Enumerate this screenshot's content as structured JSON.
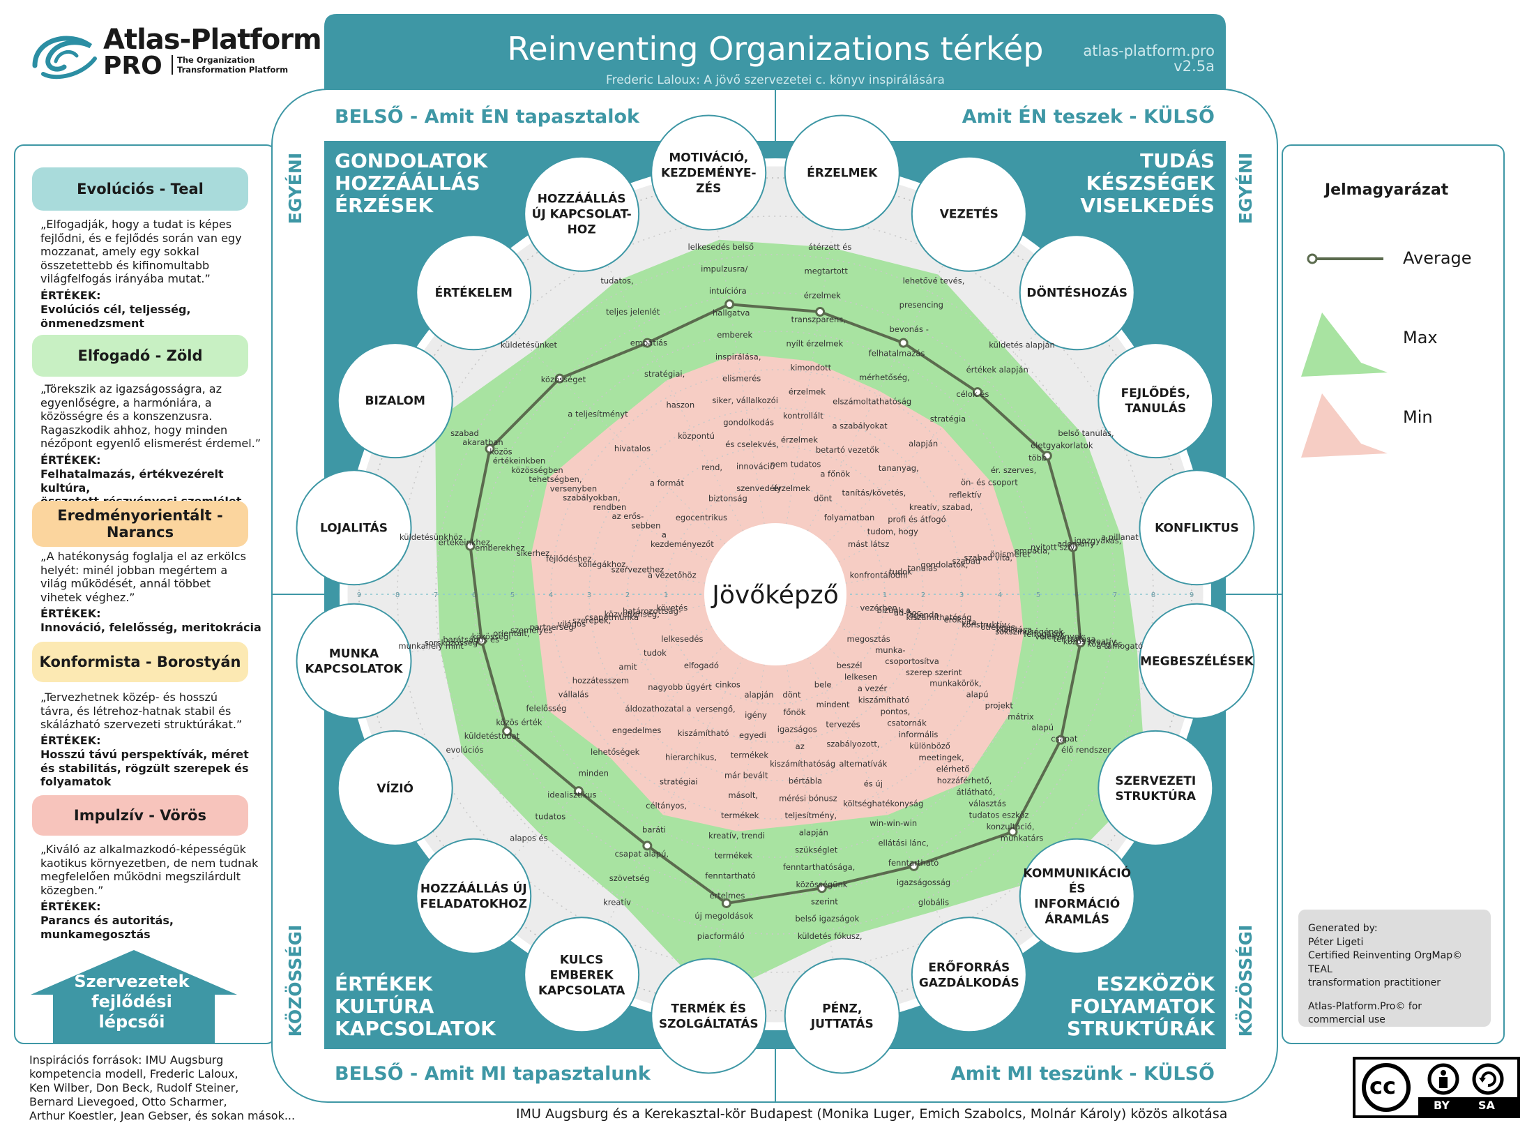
{
  "logo": {
    "name_line1": "Atlas-Platform",
    "name_line2": "PRO",
    "subtitle_line1": "The Organization",
    "subtitle_line2": "Transformation Platform"
  },
  "header": {
    "title": "Reinventing Organizations térkép",
    "subtitle": "Frederic Laloux: A jövő szervezetei c. könyv inspirálására",
    "site": "atlas-platform.pro",
    "version": "v2.5a"
  },
  "headings": {
    "top_left": "BELSŐ - Amit ÉN tapasztalok",
    "top_right": "Amit ÉN teszek - KÜLSŐ",
    "bottom_left": "BELSŐ - Amit MI tapasztalunk",
    "bottom_right": "Amit MI teszünk - KÜLSŐ",
    "side_individual": "EGYÉNI",
    "side_collective": "KÖZÖSSÉGI"
  },
  "quadrants": {
    "top_left": [
      "GONDOLATOK",
      "HOZZÁÁLLÁS",
      "ÉRZÉSEK"
    ],
    "top_right": [
      "TUDÁS",
      "KÉSZSÉGEK",
      "VISELKEDÉS"
    ],
    "bottom_left": [
      "ÉRTÉKEK",
      "KULTÚRA",
      "KAPCSOLATOK"
    ],
    "bottom_right": [
      "ESZKÖZÖK",
      "FOLYAMATOK",
      "STRUKTÚRÁK"
    ]
  },
  "center_label": "Jövőképző",
  "dimensions": [
    [
      "ÉRZELMEK"
    ],
    [
      "VEZETÉS"
    ],
    [
      "DÖNTÉSHOZÁS"
    ],
    [
      "FEJLŐDÉS,",
      "TANULÁS"
    ],
    [
      "KONFLIKTUS"
    ],
    [
      "MEGBESZÉLÉSEK"
    ],
    [
      "SZERVEZETI",
      "STRUKTÚRA"
    ],
    [
      "KOMMUNIKÁCIÓ",
      "ÉS",
      "INFORMÁCIÓ",
      "ÁRAMLÁS"
    ],
    [
      "ERŐFORRÁS",
      "GAZDÁLKODÁS"
    ],
    [
      "PÉNZ,",
      "JUTTATÁS"
    ],
    [
      "TERMÉK ÉS",
      "SZOLGÁLTATÁS"
    ],
    [
      "KULCS",
      "EMBEREK",
      "KAPCSOLATA"
    ],
    [
      "HOZZÁÁLLÁS ÚJ",
      "FELADATOKHOZ"
    ],
    [
      "VÍZIÓ"
    ],
    [
      "MUNKA",
      "KAPCSOLATOK"
    ],
    [
      "LOJALITÁS"
    ],
    [
      "BIZALOM"
    ],
    [
      "ÉRTÉKELEM"
    ],
    [
      "HOZZÁÁLLÁS",
      "ÚJ KAPCSOLAT-",
      "HOZ"
    ],
    [
      "MOTIVÁCIÓ,",
      "KEZDEMÉNYE-",
      "ZÉS"
    ]
  ],
  "spoke_texts": [
    [
      "átérzett és",
      "megtartott",
      "érzelmek",
      "transzparens,",
      "nyílt érzelmek",
      "kimondott",
      "érzelmek",
      "kontrollált",
      "érzelmek",
      "nem tudatos",
      "érzelmek"
    ],
    [
      "lehetővé tevés,",
      "presencing",
      "bevonás -",
      "felhatalmazás",
      "mérhetőség,",
      "elszámoltathatóság",
      "a szabályokat",
      "betartó vezetők",
      "a főnök",
      "dönt"
    ],
    [
      "küldetés alapján",
      "értékek alapján",
      "célok és",
      "stratégia",
      "alapján",
      "tananyag,",
      "tanítás/követés,",
      "folyamatban"
    ],
    [
      "belső tanulás,",
      "életgyakorlatok",
      "több",
      "ér. szerves,",
      "ön- és csoport",
      "reflektív",
      "kreatív, szabad,",
      "profi és átfogó",
      "tudom, hogy",
      "mást látsz"
    ],
    [
      "a pillanat",
      "igazgyakás,",
      "adomány",
      "nyitott szív,",
      "empátia,",
      "önismeret",
      "szabad vita,",
      "szabad",
      "gondolatok,",
      "tanulás",
      "tudok",
      "konfrontálódni"
    ],
    [
      "a támogató",
      "közeg és",
      "közös kreatív",
      "tér tartása",
      "vélemények",
      "felfogások",
      "sokszínűségének",
      "kiállítása",
      "ötletelés,",
      "konstruktív",
      "vita",
      "erők,",
      "kiszámíthatóság",
      "agenda",
      "ad-hoc,",
      "bizunk a",
      "vezérben"
    ],
    [
      "élő rendszer",
      "csapat",
      "alapú",
      "mátrix",
      "projekt",
      "alapú",
      "munkakörök,",
      "szerep szerint",
      "csoportosítva",
      "munka-",
      "megosztás"
    ],
    [
      "munkatárs",
      "konzultáció,",
      "tudatos eszköz",
      "választás",
      "átlátható,",
      "hozzáférhető,",
      "elérhető",
      "meetingek,",
      "különböző",
      "informális",
      "csatornák",
      "pontos,",
      "kiszámítható",
      "a vezér",
      "lelkesen",
      "beszél"
    ],
    [
      "globális",
      "igazságosság",
      "fenntartható",
      "ellátási lánc,",
      "win-win-win",
      "költséghatékonyság",
      "és új",
      "alternatívák",
      "szabályozott,",
      "tervezés",
      "mindent",
      "bele"
    ],
    [
      "küldetés fókusz,",
      "belső igazságok",
      "szerint",
      "közösségünk",
      "fenntarthatósága,",
      "szükséglet",
      "alapján",
      "teljesítmény,",
      "mérési bónusz",
      "bértábla",
      "kiszámíthatóság",
      "az",
      "igazságos",
      "főnök",
      "dönt"
    ],
    [
      "piacformáló",
      "új megoldások",
      "értelmes",
      "fenntartható",
      "termékek",
      "kreatív, trendi",
      "termékek",
      "másolt,",
      "már bevált",
      "termékek",
      "egyedi",
      "igény",
      "alapján"
    ],
    [
      "kreatív",
      "szövetség",
      "csapat alapú,",
      "baráti",
      "céltányos,",
      "stratégiai",
      "hierarchikus,",
      "kiszámítható",
      "versengő,",
      "cinkos"
    ],
    [
      "alapos és",
      "tudatos",
      "idealisztikus",
      "minden",
      "lehetőségek",
      "engedelmes",
      "áldozathozatal a",
      "nagyobb ügyért",
      "elfogadó"
    ],
    [
      "evolúciós",
      "küldetéstudat",
      "közös érték",
      "felelősség",
      "vállalás",
      "hozzátesszem",
      "amit",
      "tudok",
      "lelkesedés"
    ],
    [
      "munkahely mint",
      "sorsközösség",
      "barátságos és",
      "közösségi",
      "orientált,",
      "személyes",
      "partnerség",
      "világos",
      "szerepek,",
      "csapatmunka",
      "közvetlenség,",
      "határozottság-",
      "követés"
    ],
    [
      "küldetésünkhöz",
      "értékeinkhez,",
      "emberekhez",
      "sikerhez,",
      "fejlődéshez",
      "kollégákhoz,",
      "szervezethez",
      "a vezetőhöz"
    ],
    [
      "szabad",
      "akaratban",
      "közös",
      "értékeinkben",
      "közösségben",
      "tehetségben,",
      "versenyben",
      "szabályokban,",
      "rendben",
      "az erős-",
      "sebben",
      "a",
      "kezdeményezőt"
    ],
    [
      "küldetésünket",
      "közösséget",
      "a teljesítményt",
      "hivatalos",
      "a formát",
      "egocentrikus"
    ],
    [
      "tudatos,",
      "teljes jelenlét",
      "empátiás",
      "stratégiai,",
      "haszon",
      "központú",
      "rend,",
      "biztonság"
    ],
    [
      "lelkesedés belső",
      "impulzusra/",
      "intuícióra",
      "hallgatva",
      "emberek",
      "inspirálása,",
      "elismerés",
      "siker, vállalkozói",
      "gondolkodás",
      "és cselekvés,",
      "innováció",
      "szenvedély"
    ]
  ],
  "chart_data": {
    "type": "radar",
    "scale": [
      1,
      2,
      3,
      4,
      5,
      6,
      7,
      8,
      9
    ],
    "rings": 9,
    "series": [
      {
        "name": "Max",
        "color": "#a8e3a1",
        "values": [
          7.3,
          7.5,
          6.9,
          7.2,
          7.3,
          7.7,
          9,
          8.5,
          7.4,
          7.3,
          8.8,
          7.1,
          6.9,
          7.3,
          7,
          7.1,
          8.1,
          7.1,
          7.3,
          7.5
        ]
      },
      {
        "name": "Min",
        "color": "#f6cdc4",
        "values": [
          4.3,
          4.1,
          4.3,
          4.5,
          4.5,
          4.7,
          5,
          5.1,
          4.6,
          4.2,
          4.4,
          4.6,
          4.2,
          4.8,
          4.4,
          4.6,
          4.8,
          4.3,
          4.4,
          4.5
        ]
      },
      {
        "name": "Average",
        "color": "#5b6b4e",
        "values": [
          5.6,
          5.5,
          5.6,
          6.1,
          6,
          6.2,
          6.5,
          6.9,
          6.1,
          5.9,
          6.3,
          5.5,
          5.4,
          6,
          5.9,
          6.2,
          6.5,
          6.1,
          5.5,
          5.8
        ]
      }
    ]
  },
  "legend": {
    "title": "Jelmagyarázat",
    "items": [
      {
        "label": "Average",
        "color": "#5b6b4e"
      },
      {
        "label": "Max",
        "color": "#a8e3a1"
      },
      {
        "label": "Min",
        "color": "#f6cdc4"
      }
    ]
  },
  "levels": [
    {
      "name": "Evolúciós - Teal",
      "color": "#a9dbdb",
      "quote": [
        "„Elfogadják, hogy a tudat is képes",
        "fejlődni, és e fejlődés során van egy",
        "mozzanat, amely egy sokkal",
        "összetettebb és kifinomultabb",
        "világfelfogás irányába mutat.”"
      ],
      "values": [
        "Evolúciós cél, teljesség,",
        "önmenedzsment"
      ]
    },
    {
      "name": "Elfogadó - Zöld",
      "color": "#c8f0c3",
      "quote": [
        "„Törekszik az igazságosságra, az",
        "egyenlőségre, a harmóniára, a",
        "közösségre és a konszenzusra.",
        "Ragaszkodik ahhoz, hogy minden",
        "nézőpont egyenlő elismerést érdemel.”"
      ],
      "values": [
        "Felhatalmazás, értékvezérelt kultúra,",
        "összetett részvényesi szemlélet"
      ]
    },
    {
      "name": "Eredményorientált - Narancs",
      "color": "#fbd59e",
      "quote": [
        "„A hatékonyság foglalja el az erkölcs",
        "helyét: minél jobban megértem a",
        "világ működését, annál többet",
        "vihetek véghez.”"
      ],
      "values": [
        "Innováció, felelősség, meritokrácia"
      ]
    },
    {
      "name": "Konformista - Borostyán",
      "color": "#fce9b3",
      "quote": [
        "„Tervezhetnek közép- és hosszú",
        "távra, és létrehoz-hatnak stabil és",
        "skálázható szervezeti struktúrákat.”"
      ],
      "values": [
        "Hosszú távú perspektívák, méret",
        "és stabilitás, rögzült szerepek és",
        "folyamatok"
      ]
    },
    {
      "name": "Impulzív - Vörös",
      "color": "#f7c4bc",
      "quote": [
        "„Kiváló az alkalmazkodó-képességük",
        "kaotikus környezetben, de nem tudnak",
        "megfelelően működni megszilárdult",
        "közegben.”"
      ],
      "values": [
        "Parancs és autoritás, munkamegosztás"
      ]
    }
  ],
  "values_label": "ÉRTÉKEK:",
  "house_label": [
    "Szervezetek",
    "fejlődési",
    "lépcsői"
  ],
  "generated": [
    "Generated by:",
    "Péter Ligeti",
    "Certified Reinventing OrgMap© TEAL",
    "transformation practitioner",
    "",
    "Atlas-Platform.Pro© for",
    "commercial use"
  ],
  "sources": [
    "Inspirációs források: IMU Augsburg",
    "kompetencia modell, Frederic Laloux,",
    "Ken Wilber, Don Beck, Rudolf Steiner,",
    "Bernard Lievegoed, Otto Scharmer,",
    "Arthur Koestler, Jean Gebser, és sokan mások..."
  ],
  "credits": "IMU Augsburg és a Kerekasztal-kör Budapest (Monika Luger, Emich Szabolcs, Molnár Károly) közös alkotása",
  "license": {
    "cc": "cc",
    "by": "BY",
    "sa": "SA"
  }
}
